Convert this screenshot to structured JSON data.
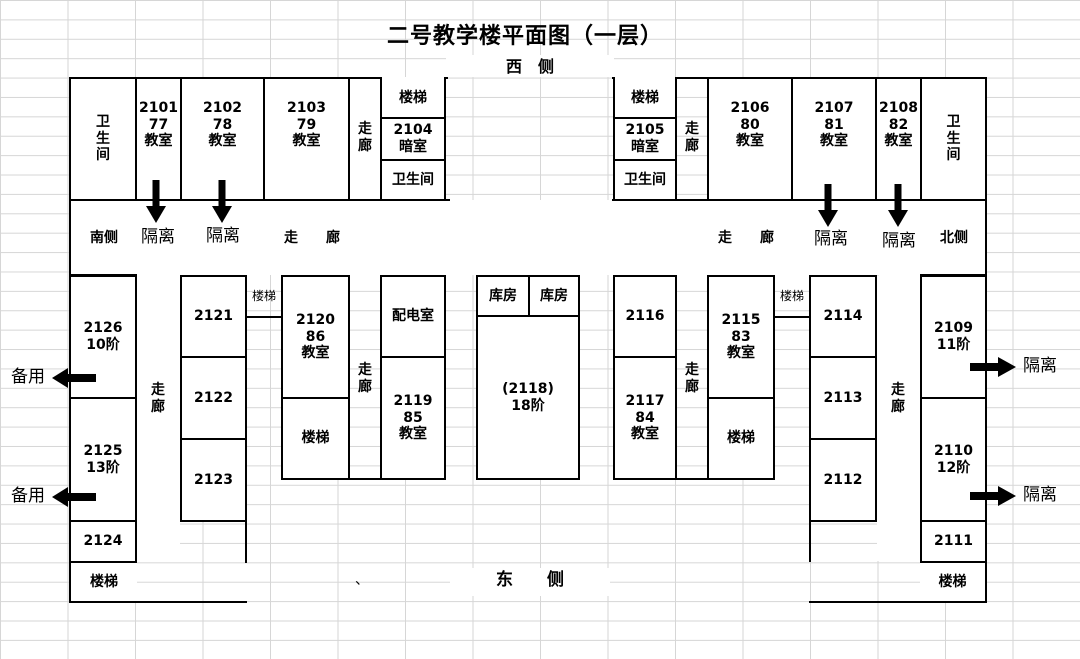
{
  "title": "二号教学楼平面图（一层）",
  "west_label": "西　侧",
  "east_label": "东　　侧",
  "south_label": "南侧",
  "north_label": "北侧",
  "corridor_label": "走　　廊",
  "corridor_short": "走\n廊",
  "toilet_vertical": "卫\n生\n间",
  "toilet": "卫生间",
  "stairs": "楼梯",
  "warehouse": "库房",
  "power_room": "配电室",
  "isolation": "隔离",
  "reserve": "备用",
  "stray_mark": "、",
  "rooms": {
    "r2101": "2101\n77\n教室",
    "r2102": "2102\n78\n教室",
    "r2103": "2103\n79\n教室",
    "r2104": "2104\n暗室",
    "r2105": "2105\n暗室",
    "r2106": "2106\n80\n教室",
    "r2107": "2107\n81\n教室",
    "r2108": "2108\n82\n教室",
    "r2109": "2109\n11阶",
    "r2110": "2110\n12阶",
    "r2111": "2111",
    "r2112": "2112",
    "r2113": "2113",
    "r2114": "2114",
    "r2115": "2115\n83\n教室",
    "r2116": "2116",
    "r2117": "2117\n84\n教室",
    "r2118": "(2118)\n18阶",
    "r2119": "2119\n85\n教室",
    "r2120": "2120\n86\n教室",
    "r2121": "2121",
    "r2122": "2122",
    "r2123": "2123",
    "r2124": "2124",
    "r2125": "2125\n13阶",
    "r2126": "2126\n10阶"
  },
  "colors": {
    "line": "#000000",
    "grid": "#d6d6d6",
    "background": "#ffffff"
  }
}
